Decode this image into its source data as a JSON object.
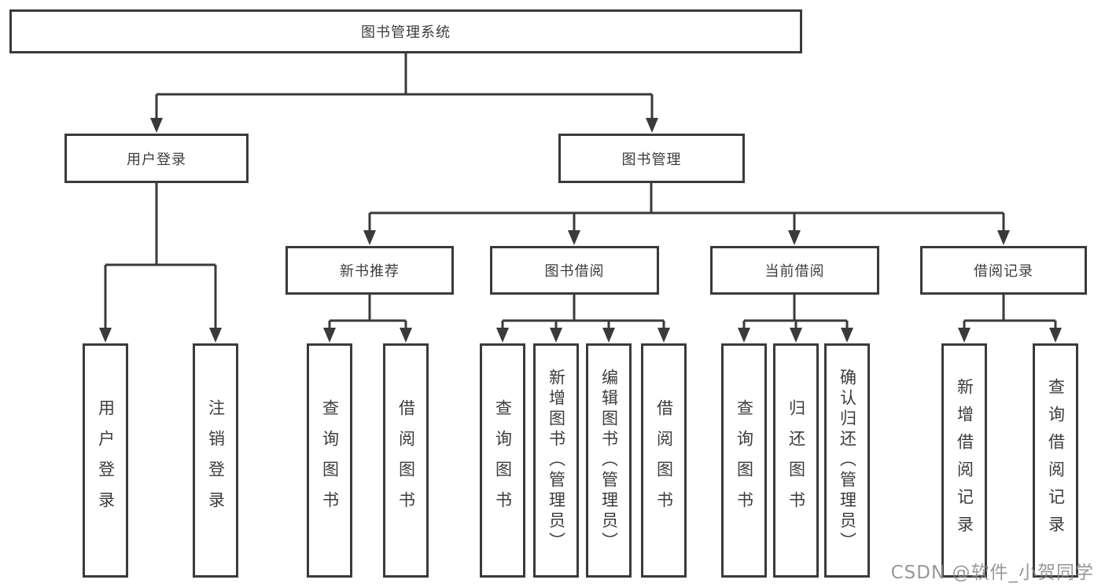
{
  "diagram": {
    "title": "图书管理系统",
    "root": {
      "label": "图书管理系统"
    },
    "level2": [
      {
        "label": "用户登录"
      },
      {
        "label": "图书管理"
      }
    ],
    "level3": [
      {
        "label": "新书推荐"
      },
      {
        "label": "图书借阅"
      },
      {
        "label": "当前借阅"
      },
      {
        "label": "借阅记录"
      }
    ],
    "leaves": [
      {
        "label": "用户登录"
      },
      {
        "label": "注销登录"
      },
      {
        "label": "查询图书"
      },
      {
        "label": "借阅图书"
      },
      {
        "label": "查询图书"
      },
      {
        "label": "新增图书（管理员）"
      },
      {
        "label": "编辑图书（管理员）"
      },
      {
        "label": "借阅图书"
      },
      {
        "label": "查询图书"
      },
      {
        "label": "归还图书"
      },
      {
        "label": "确认归还（管理员）"
      },
      {
        "label": "新增借阅记录"
      },
      {
        "label": "查询借阅记录"
      }
    ],
    "colors": {
      "line": "#3a3a3a",
      "box_border": "#3a3a3a",
      "text": "#3c3c3c",
      "background": "#ffffff",
      "watermark": "#8a8a8a"
    },
    "watermark": "CSDN @软件_小贺同学"
  }
}
